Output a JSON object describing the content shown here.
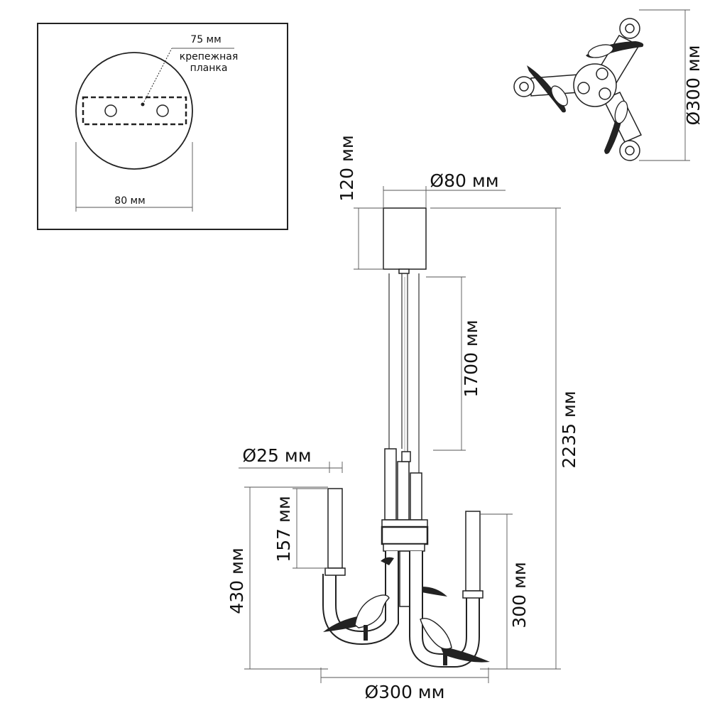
{
  "inset": {
    "mount_width": "75 мм",
    "mount_label_1": "крепежная",
    "mount_label_2": "планка",
    "canopy_width": "80 мм"
  },
  "dimensions": {
    "canopy_height": "120 мм",
    "canopy_diameter": "Ø80 мм",
    "cable_length": "1700 мм",
    "total_height": "2235 мм",
    "tube_diameter": "Ø25 мм",
    "shade_length": "157 мм",
    "arm_height": "430 мм",
    "lower_height": "300 мм",
    "bottom_diameter": "Ø300 мм",
    "top_view_diameter": "Ø300 мм"
  }
}
